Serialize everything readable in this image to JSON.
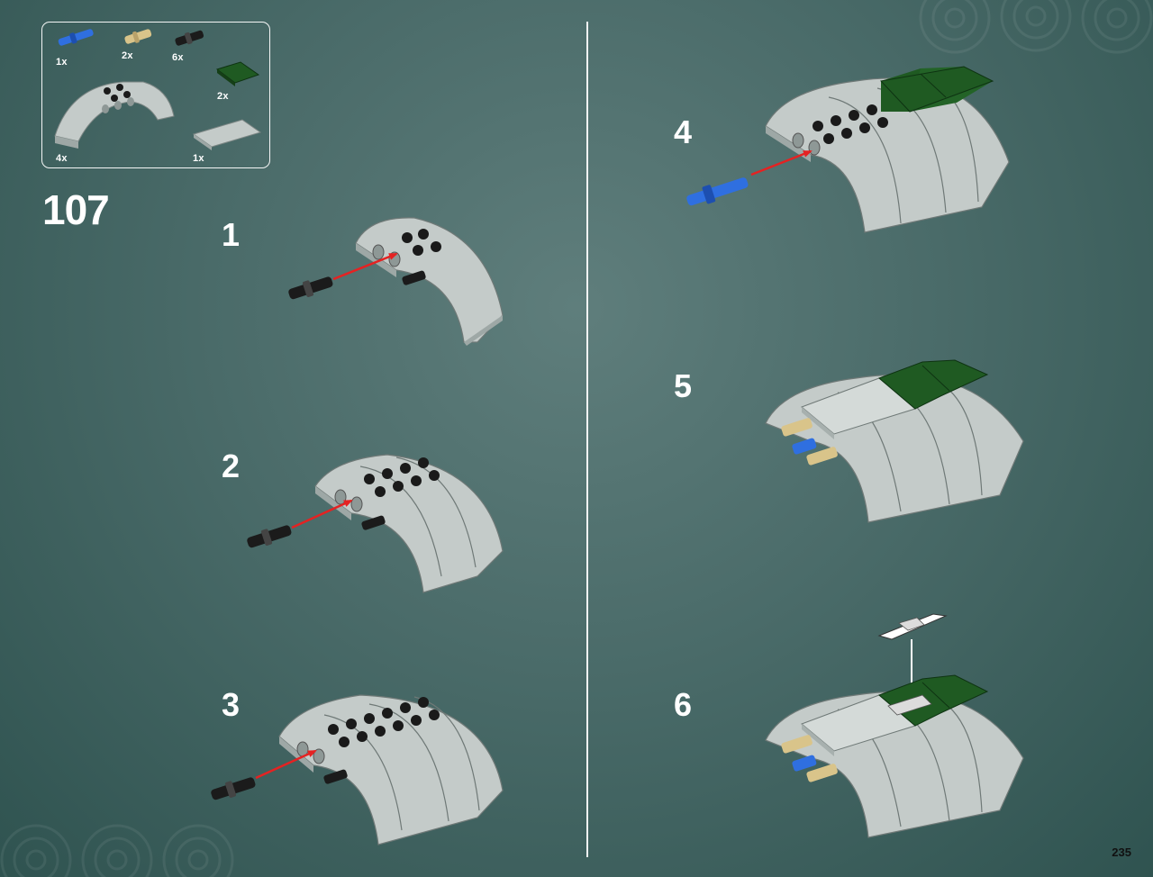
{
  "page": {
    "main_step": "107",
    "page_number": "235"
  },
  "parts_list": [
    {
      "qty": "1x",
      "part": "blue-axle-pin"
    },
    {
      "qty": "2x",
      "part": "tan-axle-pin"
    },
    {
      "qty": "6x",
      "part": "black-friction-pin"
    },
    {
      "qty": "2x",
      "part": "dark-green-tile-2x2"
    },
    {
      "qty": "4x",
      "part": "light-gray-curved-brick"
    },
    {
      "qty": "1x",
      "part": "light-gray-tile-2x4"
    }
  ],
  "sub_steps": [
    {
      "number": "1"
    },
    {
      "number": "2"
    },
    {
      "number": "3"
    },
    {
      "number": "4"
    },
    {
      "number": "5"
    },
    {
      "number": "6"
    }
  ],
  "colors": {
    "background": "#4a6b69",
    "brick_gray": "#bfc7c5",
    "tile_green": "#1f5a22",
    "pin_blue": "#2f6fe0",
    "pin_tan": "#d9c48a",
    "arrow_red": "#e52222"
  }
}
